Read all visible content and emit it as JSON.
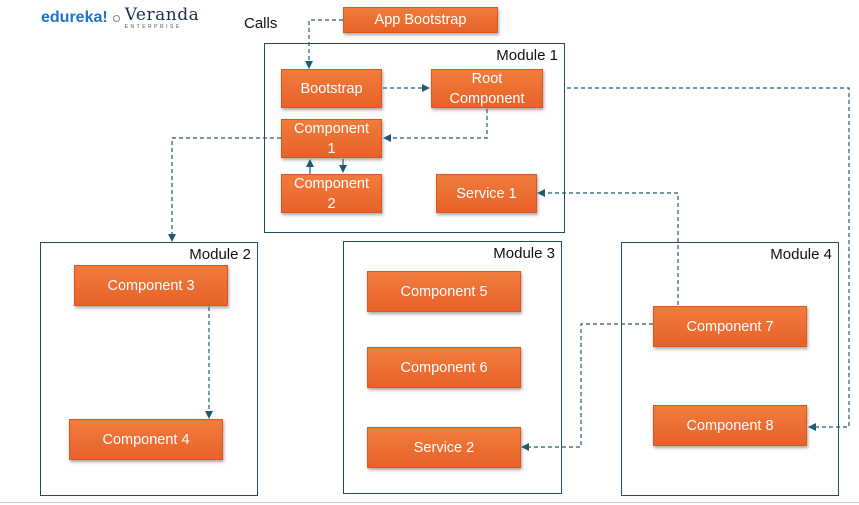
{
  "logo": {
    "brand": "edureka!",
    "partner": "Veranda",
    "partner_sub": "ENTERPRISE"
  },
  "legend": {
    "calls_label": "Calls"
  },
  "modules": {
    "m1": "Module 1",
    "m2": "Module 2",
    "m3": "Module 3",
    "m4": "Module 4"
  },
  "nodes": {
    "app_bootstrap": "App Bootstrap",
    "bootstrap": "Bootstrap",
    "root_line1": "Root",
    "root_line2": "Component",
    "c1_line1": "Component",
    "c1_line2": "1",
    "c2_line1": "Component",
    "c2_line2": "2",
    "service1": "Service 1",
    "c3": "Component 3",
    "c4": "Component 4",
    "c5": "Component 5",
    "c6": "Component 6",
    "service2": "Service 2",
    "c7": "Component 7",
    "c8": "Component 8"
  },
  "colors": {
    "box": "#e8622a",
    "arrow": "#1f5a72",
    "border": "#1f4e5f"
  }
}
